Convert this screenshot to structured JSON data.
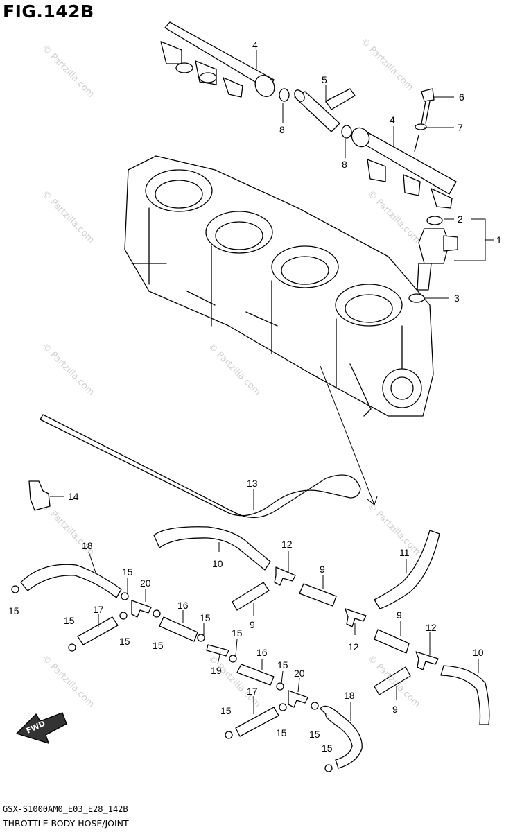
{
  "figure": {
    "title": "FIG.142B",
    "code": "GSX-S1000AM0_E03_E28_142B",
    "description": "THROTTLE BODY HOSE/JOINT"
  },
  "watermark": "© Partzilla.com",
  "fwd_label": "FWD",
  "callouts": {
    "c1": "1",
    "c2": "2",
    "c3": "3",
    "c4a": "4",
    "c4b": "4",
    "c5": "5",
    "c6": "6",
    "c7": "7",
    "c8a": "8",
    "c8b": "8",
    "c9a": "9",
    "c9b": "9",
    "c9c": "9",
    "c9d": "9",
    "c10a": "10",
    "c10b": "10",
    "c11": "11",
    "c12a": "12",
    "c12b": "12",
    "c12c": "12",
    "c13": "13",
    "c14": "14",
    "c15a": "15",
    "c15b": "15",
    "c15c": "15",
    "c15d": "15",
    "c15e": "15",
    "c15f": "15",
    "c15g": "15",
    "c15h": "15",
    "c15i": "15",
    "c15j": "15",
    "c15k": "15",
    "c15l": "15",
    "c16a": "16",
    "c16b": "16",
    "c17a": "17",
    "c17b": "17",
    "c18a": "18",
    "c18b": "18",
    "c19": "19",
    "c20a": "20",
    "c20b": "20"
  }
}
